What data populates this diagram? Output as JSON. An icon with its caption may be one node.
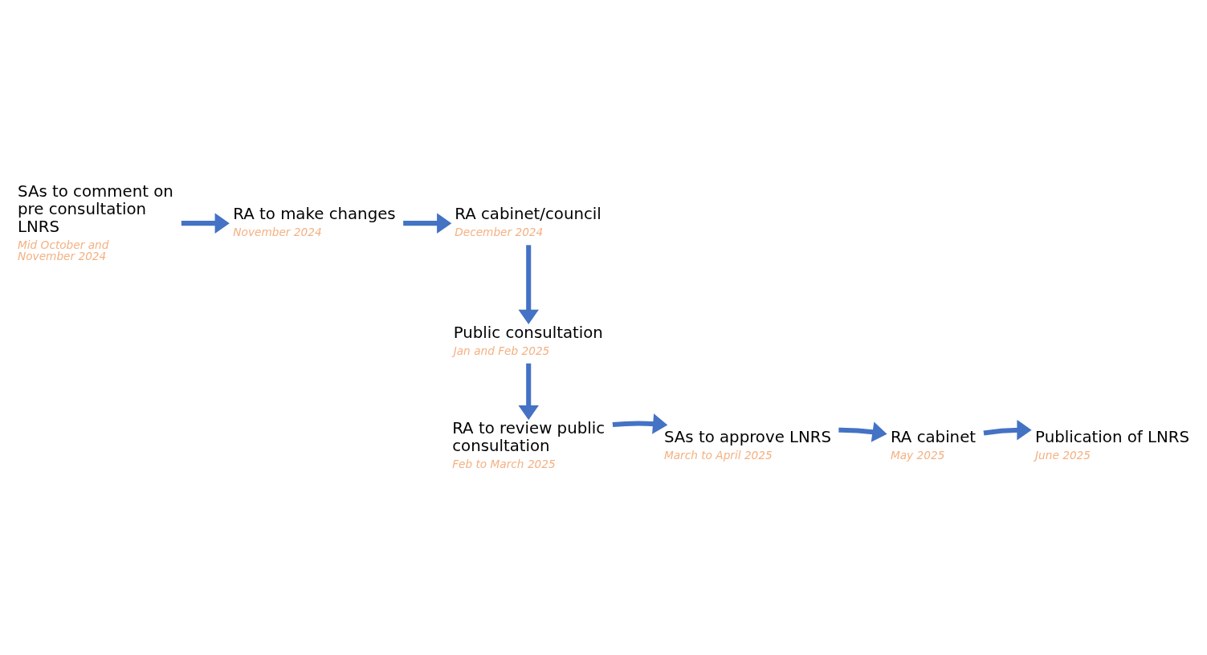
{
  "diagram": {
    "nodes": [
      {
        "text": [
          "SAs to comment on pre consultation LNRS",
          "Mid October and November 2024"
        ]
      },
      {
        "text": [
          "RA to make changes",
          "November 2024"
        ]
      },
      {
        "text": [
          "RA cabinet/council",
          "December 2024"
        ]
      },
      {
        "text": [
          "Public consultation",
          "Jan and Feb 2025"
        ]
      },
      {
        "text": [
          "RA to review public consultation",
          "Feb to March 2025"
        ]
      },
      {
        "text": [
          "SAs to approve LNRS",
          "March to April 2025"
        ]
      },
      {
        "text": [
          "RA cabinet",
          "May 2025"
        ]
      },
      {
        "text": [
          "Publication of LNRS",
          "June 2025"
        ]
      }
    ],
    "edges": [
      {
        "from": 0,
        "to": 1,
        "arrow": "to"
      },
      {
        "from": 1,
        "to": 2,
        "arrow": "to"
      },
      {
        "from": 2,
        "to": 3,
        "arrow": "to"
      },
      {
        "from": 3,
        "to": 4,
        "arrow": "to"
      },
      {
        "from": 4,
        "to": 5,
        "arrow": "to"
      },
      {
        "from": 5,
        "to": 6,
        "arrow": "to"
      },
      {
        "from": 6,
        "to": 7,
        "arrow": "to"
      }
    ]
  }
}
